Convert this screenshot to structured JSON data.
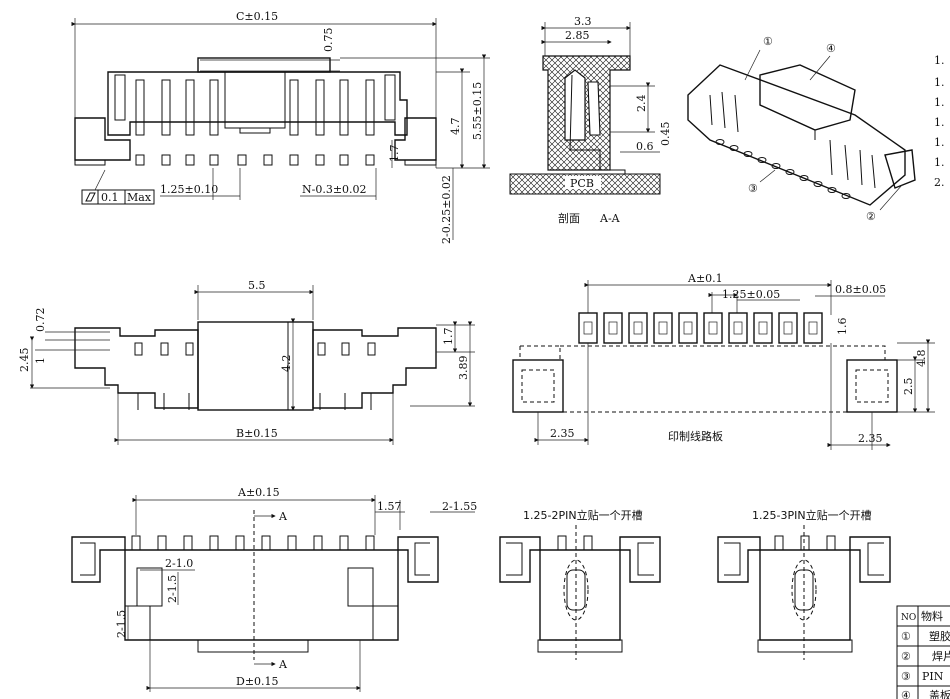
{
  "front_view": {
    "overall_width": "C±0.15",
    "top_offset": "0.75",
    "height_body": "4.7",
    "height_total": "5.55±0.15",
    "lead_height": "1.7",
    "flatness": "0.1",
    "flatness_max": "Max",
    "pitch": "1.25±0.10",
    "span": "N-0.3±0.02",
    "hold_down": "2-0.25±0.02"
  },
  "section_view": {
    "w_outer": "3.3",
    "w_inner": "2.85",
    "h_contact": "2.4",
    "lead_len": "0.6",
    "lead_thk": "0.45",
    "pcb_label": "PCB",
    "caption_cn": "剖面",
    "caption_tag": "A-A"
  },
  "iso_view": {
    "callouts": [
      "①",
      "④",
      "③",
      "②"
    ]
  },
  "notes": {
    "items": [
      "1.",
      "1.",
      "1.",
      "1.",
      "1.",
      "1.",
      "2."
    ]
  },
  "top_view": {
    "cap_width": "5.5",
    "side_a": "0.72",
    "side_b": "2.45",
    "side_c": "1",
    "cap_height": "4.2",
    "right_a": "1.7",
    "right_b": "3.89",
    "overall_b": "B±0.15"
  },
  "pcb_layout": {
    "span_a": "A±0.1",
    "pitch": "1.25±0.05",
    "pad_w": "0.8±0.05",
    "pad_h": "1.6",
    "height": "4.8",
    "mount_h": "2.5",
    "left_off": "2.35",
    "right_off": "2.35",
    "caption_cn": "印制线路板"
  },
  "bottom_view": {
    "span_a": "A±0.15",
    "right_a": "1.57",
    "right_b": "2-1.55",
    "slot_w": "2-1.0",
    "slot_h": "2-1.5",
    "foot_h": "2-1.5",
    "cut_top": "A",
    "cut_bottom": "A",
    "overall_d": "D±0.15"
  },
  "variants": {
    "two_pin": "1.25-2PIN立贴一个开槽",
    "three_pin": "1.25-3PIN立贴一个开槽"
  },
  "bom_table": {
    "headers": [
      "NO",
      "物料"
    ],
    "rows": [
      [
        "①",
        "塑胶"
      ],
      [
        "②",
        "焊片"
      ],
      [
        "③",
        "PIN"
      ],
      [
        "④",
        "盖板"
      ]
    ]
  }
}
